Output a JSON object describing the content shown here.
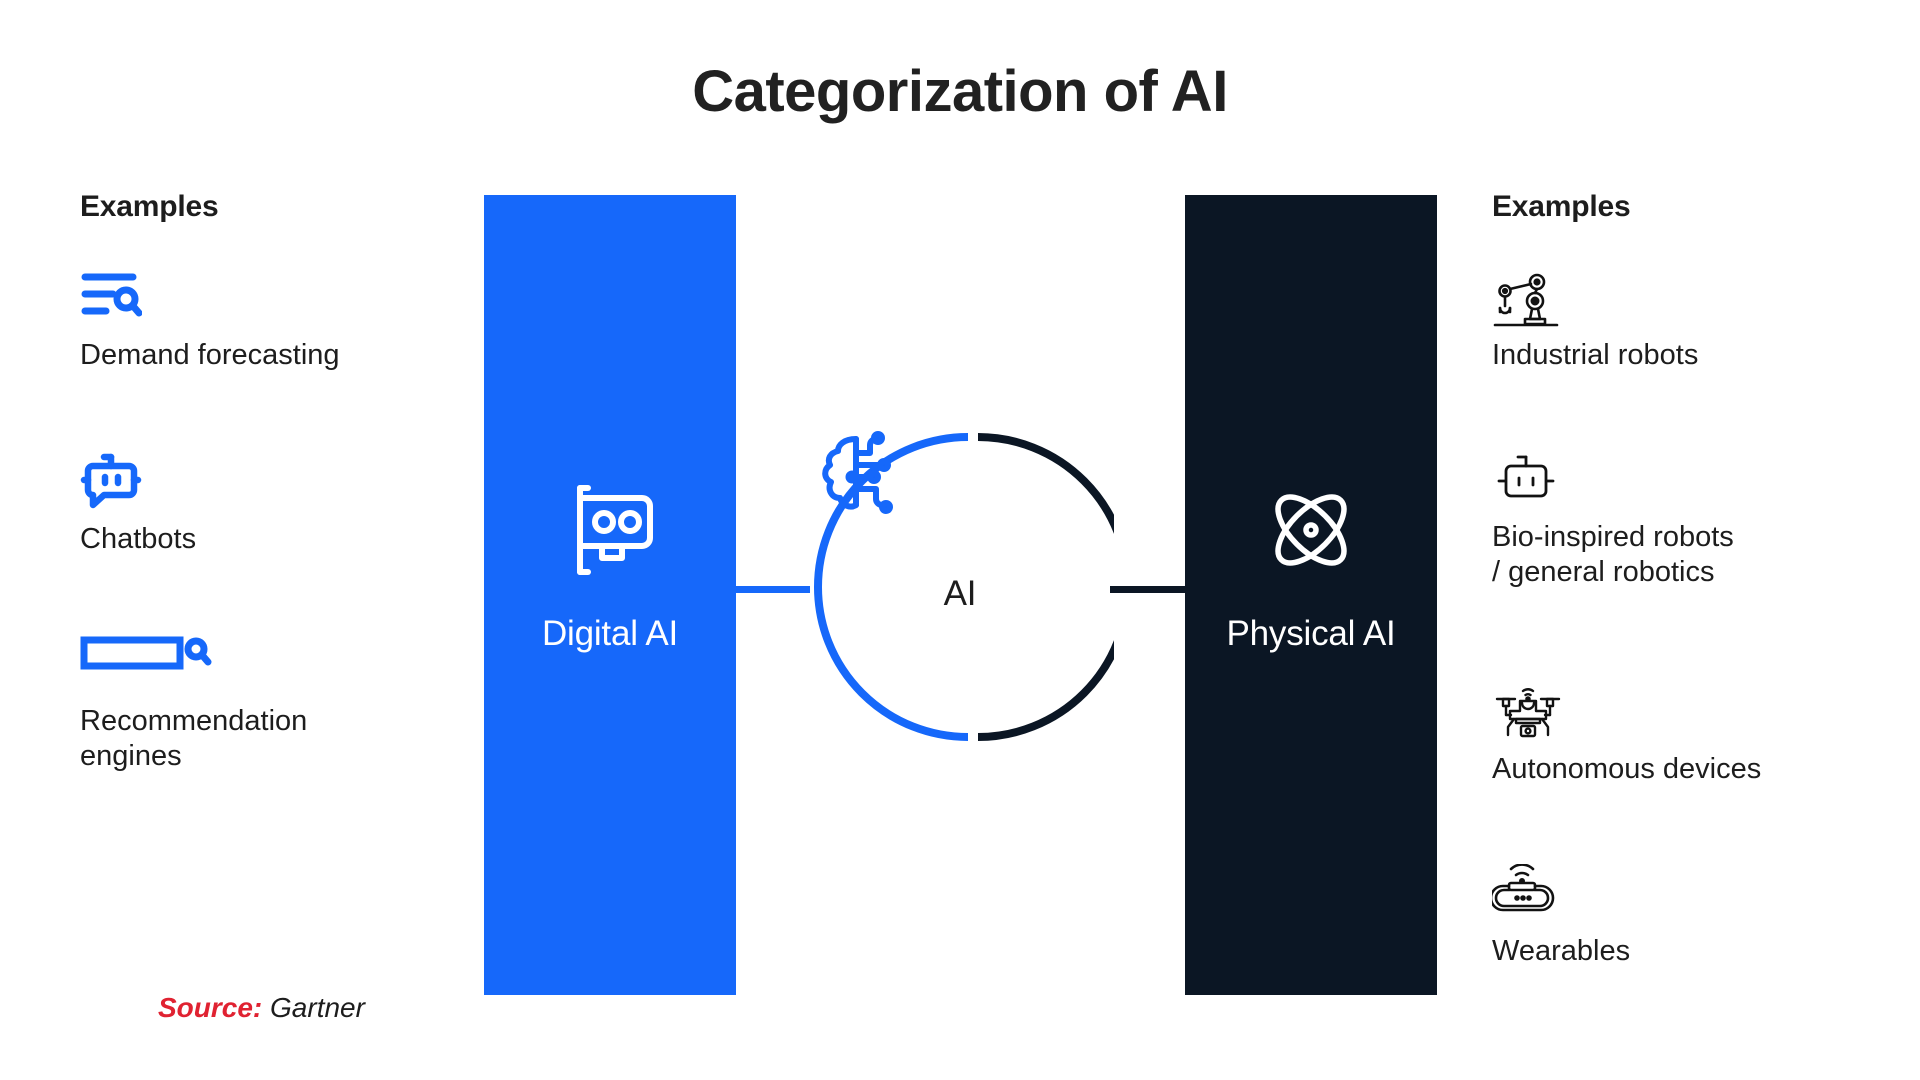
{
  "title": "Categorization of AI",
  "colors": {
    "digital_blue": "#1668fa",
    "physical_dark": "#0b1624",
    "text_dark": "#1d1d1d",
    "source_red": "#e02231",
    "background": "#ffffff"
  },
  "left": {
    "heading": "Examples",
    "items": [
      {
        "icon": "list-search-icon",
        "label": "Demand forecasting"
      },
      {
        "icon": "chatbot-icon",
        "label": "Chatbots"
      },
      {
        "icon": "search-bar-icon",
        "label": "Recommendation\nengines"
      }
    ]
  },
  "right": {
    "heading": "Examples",
    "items": [
      {
        "icon": "robotic-arm-icon",
        "label": "Industrial robots"
      },
      {
        "icon": "robot-head-icon",
        "label": "Bio-inspired robots\n/ general robotics"
      },
      {
        "icon": "drone-icon",
        "label": "Autonomous devices"
      },
      {
        "icon": "wearable-band-icon",
        "label": "Wearables"
      }
    ]
  },
  "panels": {
    "digital": {
      "label": "Digital AI",
      "icon": "graphics-card-icon"
    },
    "physical": {
      "label": "Physical AI",
      "icon": "atom-icon"
    }
  },
  "center": {
    "label": "AI",
    "icon": "brain-circuit-icon"
  },
  "source": {
    "key": "Source:",
    "value": "Gartner"
  }
}
